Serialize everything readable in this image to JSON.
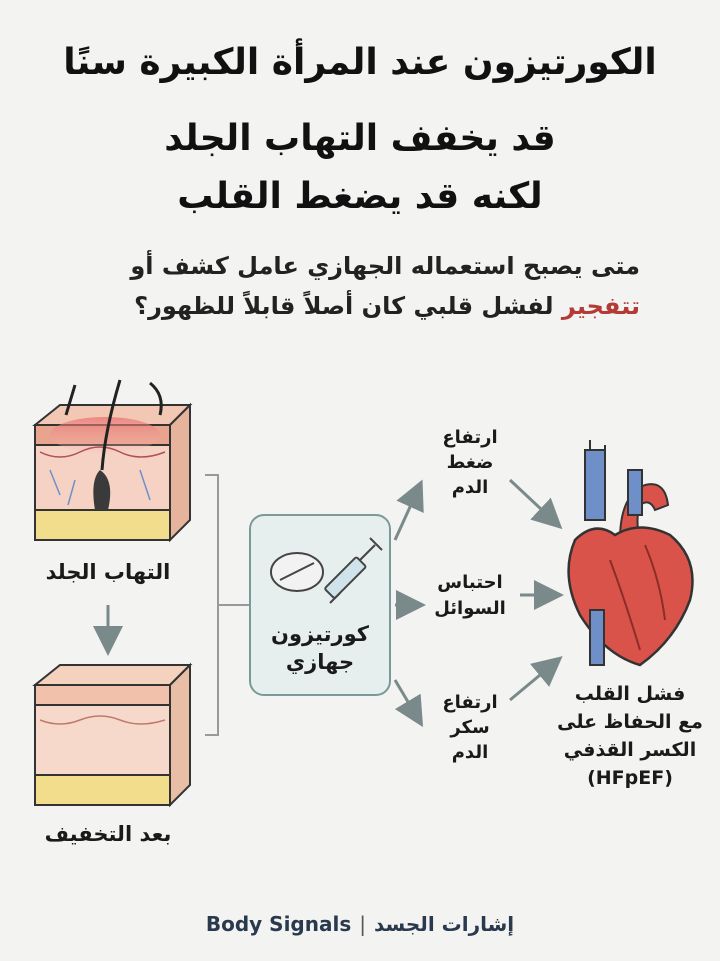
{
  "title": {
    "line1": "الكورتيزون عند المرأة الكبيرة سنًا",
    "line2": "قد يخفف التهاب الجلد",
    "line3": "لكنه قد يضغط القلب"
  },
  "subtitle": {
    "line1": "متى يصبح استعماله الجهازي عامل كشف أو",
    "highlight": "تتفجير",
    "line2_rest": "لفشل قلبي كان أصلاً قابلاً للظهور؟"
  },
  "left": {
    "inflamed_label": "التهاب الجلد",
    "relieved_label": "بعد التخفيف"
  },
  "center": {
    "line1": "كورتيزون",
    "line2": "جهازي"
  },
  "effects": {
    "bp": [
      "ارتفاع",
      "ضغط",
      "الدم"
    ],
    "fluid": [
      "احتباس",
      "السوائل"
    ],
    "sugar": [
      "ارتفاع",
      "سكر",
      "الدم"
    ]
  },
  "heart": {
    "line1": "فشل القلب",
    "line2": "مع الحفاظ على",
    "line3": "الكسر القذفي",
    "line4": "(HFpEF)"
  },
  "footer": {
    "brand_en": "Body Signals",
    "brand_ar": "إشارات الجسد"
  },
  "colors": {
    "highlight": "#b43a36",
    "arrow": "#7a8a8a",
    "heart": "#d9534a",
    "vessel": "#6f8fc9",
    "center_box": "#e6eeee"
  }
}
